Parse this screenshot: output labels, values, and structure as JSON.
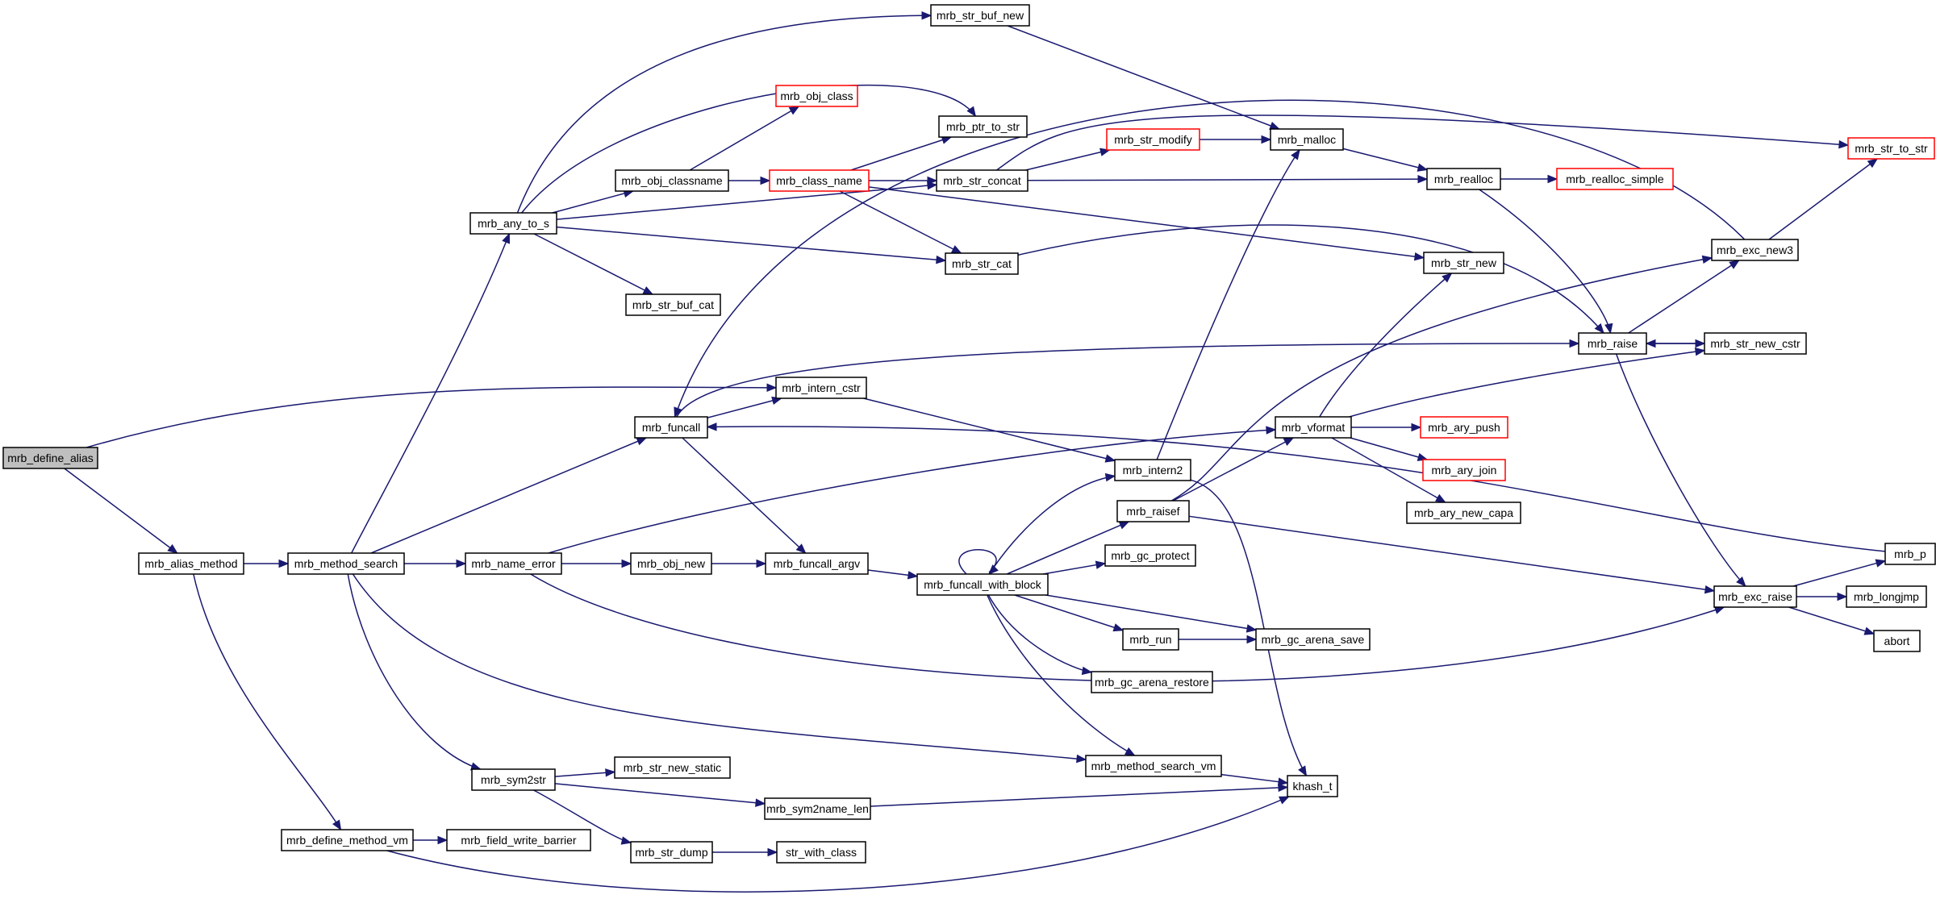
{
  "colors": {
    "edge": "#191970",
    "node_border": "#000000",
    "truncated_border": "#ff0000",
    "root_fill": "#bfbfbf",
    "background": "#ffffff"
  },
  "nodes": [
    {
      "id": "mrb_define_alias",
      "label": "mrb_define_alias",
      "root": true
    },
    {
      "id": "mrb_alias_method",
      "label": "mrb_alias_method"
    },
    {
      "id": "mrb_method_search",
      "label": "mrb_method_search"
    },
    {
      "id": "mrb_define_method_vm",
      "label": "mrb_define_method_vm"
    },
    {
      "id": "mrb_field_write_barrier",
      "label": "mrb_field_write_barrier"
    },
    {
      "id": "mrb_any_to_s",
      "label": "mrb_any_to_s"
    },
    {
      "id": "mrb_funcall",
      "label": "mrb_funcall"
    },
    {
      "id": "mrb_name_error",
      "label": "mrb_name_error"
    },
    {
      "id": "mrb_sym2str",
      "label": "mrb_sym2str"
    },
    {
      "id": "mrb_str_buf_new",
      "label": "mrb_str_buf_new"
    },
    {
      "id": "mrb_obj_class",
      "label": "mrb_obj_class",
      "truncated": true
    },
    {
      "id": "mrb_ptr_to_str",
      "label": "mrb_ptr_to_str"
    },
    {
      "id": "mrb_obj_classname",
      "label": "mrb_obj_classname"
    },
    {
      "id": "mrb_class_name",
      "label": "mrb_class_name",
      "truncated": true
    },
    {
      "id": "mrb_str_concat",
      "label": "mrb_str_concat"
    },
    {
      "id": "mrb_str_cat",
      "label": "mrb_str_cat"
    },
    {
      "id": "mrb_str_buf_cat",
      "label": "mrb_str_buf_cat"
    },
    {
      "id": "mrb_intern_cstr",
      "label": "mrb_intern_cstr"
    },
    {
      "id": "mrb_obj_new",
      "label": "mrb_obj_new"
    },
    {
      "id": "mrb_funcall_argv",
      "label": "mrb_funcall_argv"
    },
    {
      "id": "mrb_str_new_static",
      "label": "mrb_str_new_static"
    },
    {
      "id": "mrb_sym2name_len",
      "label": "mrb_sym2name_len"
    },
    {
      "id": "mrb_str_dump",
      "label": "mrb_str_dump"
    },
    {
      "id": "str_with_class",
      "label": "str_with_class"
    },
    {
      "id": "mrb_str_modify",
      "label": "mrb_str_modify",
      "truncated": true
    },
    {
      "id": "mrb_malloc",
      "label": "mrb_malloc"
    },
    {
      "id": "mrb_realloc",
      "label": "mrb_realloc"
    },
    {
      "id": "mrb_realloc_simple",
      "label": "mrb_realloc_simple",
      "truncated": true
    },
    {
      "id": "mrb_str_new",
      "label": "mrb_str_new"
    },
    {
      "id": "mrb_intern2",
      "label": "mrb_intern2"
    },
    {
      "id": "mrb_raisef",
      "label": "mrb_raisef"
    },
    {
      "id": "mrb_funcall_with_block",
      "label": "mrb_funcall_with_block"
    },
    {
      "id": "mrb_vformat",
      "label": "mrb_vformat"
    },
    {
      "id": "mrb_gc_protect",
      "label": "mrb_gc_protect"
    },
    {
      "id": "mrb_run",
      "label": "mrb_run"
    },
    {
      "id": "mrb_gc_arena_save",
      "label": "mrb_gc_arena_save"
    },
    {
      "id": "mrb_gc_arena_restore",
      "label": "mrb_gc_arena_restore"
    },
    {
      "id": "mrb_method_search_vm",
      "label": "mrb_method_search_vm"
    },
    {
      "id": "khash_t",
      "label": "khash_t"
    },
    {
      "id": "mrb_ary_push",
      "label": "mrb_ary_push",
      "truncated": true
    },
    {
      "id": "mrb_ary_join",
      "label": "mrb_ary_join",
      "truncated": true
    },
    {
      "id": "mrb_ary_new_capa",
      "label": "mrb_ary_new_capa"
    },
    {
      "id": "mrb_raise",
      "label": "mrb_raise"
    },
    {
      "id": "mrb_str_new_cstr",
      "label": "mrb_str_new_cstr"
    },
    {
      "id": "mrb_exc_new3",
      "label": "mrb_exc_new3"
    },
    {
      "id": "mrb_str_to_str",
      "label": "mrb_str_to_str",
      "truncated": true
    },
    {
      "id": "mrb_exc_raise",
      "label": "mrb_exc_raise"
    },
    {
      "id": "mrb_p",
      "label": "mrb_p"
    },
    {
      "id": "mrb_longjmp",
      "label": "mrb_longjmp"
    },
    {
      "id": "abort",
      "label": "abort"
    }
  ],
  "edges": [
    [
      "mrb_define_alias",
      "mrb_alias_method"
    ],
    [
      "mrb_define_alias",
      "mrb_intern_cstr"
    ],
    [
      "mrb_alias_method",
      "mrb_method_search"
    ],
    [
      "mrb_alias_method",
      "mrb_define_method_vm"
    ],
    [
      "mrb_define_method_vm",
      "mrb_field_write_barrier"
    ],
    [
      "mrb_define_method_vm",
      "khash_t"
    ],
    [
      "mrb_method_search",
      "mrb_any_to_s"
    ],
    [
      "mrb_method_search",
      "mrb_funcall"
    ],
    [
      "mrb_method_search",
      "mrb_name_error"
    ],
    [
      "mrb_method_search",
      "mrb_sym2str"
    ],
    [
      "mrb_method_search",
      "mrb_method_search_vm"
    ],
    [
      "mrb_any_to_s",
      "mrb_str_buf_new"
    ],
    [
      "mrb_any_to_s",
      "mrb_ptr_to_str"
    ],
    [
      "mrb_any_to_s",
      "mrb_obj_classname"
    ],
    [
      "mrb_any_to_s",
      "mrb_str_concat"
    ],
    [
      "mrb_any_to_s",
      "mrb_str_cat"
    ],
    [
      "mrb_any_to_s",
      "mrb_str_buf_cat"
    ],
    [
      "mrb_obj_classname",
      "mrb_obj_class"
    ],
    [
      "mrb_obj_classname",
      "mrb_class_name"
    ],
    [
      "mrb_class_name",
      "mrb_ptr_to_str"
    ],
    [
      "mrb_class_name",
      "mrb_str_concat"
    ],
    [
      "mrb_class_name",
      "mrb_str_cat"
    ],
    [
      "mrb_class_name",
      "mrb_str_new"
    ],
    [
      "mrb_str_buf_new",
      "mrb_malloc"
    ],
    [
      "mrb_str_concat",
      "mrb_str_modify"
    ],
    [
      "mrb_str_concat",
      "mrb_realloc"
    ],
    [
      "mrb_str_concat",
      "mrb_str_to_str"
    ],
    [
      "mrb_str_modify",
      "mrb_malloc"
    ],
    [
      "mrb_str_cat",
      "mrb_raise"
    ],
    [
      "mrb_malloc",
      "mrb_realloc"
    ],
    [
      "mrb_realloc",
      "mrb_realloc_simple"
    ],
    [
      "mrb_realloc",
      "mrb_raise"
    ],
    [
      "mrb_funcall",
      "mrb_intern_cstr"
    ],
    [
      "mrb_funcall",
      "mrb_funcall_argv"
    ],
    [
      "mrb_funcall",
      "mrb_raise"
    ],
    [
      "mrb_intern_cstr",
      "mrb_intern2"
    ],
    [
      "mrb_name_error",
      "mrb_obj_new"
    ],
    [
      "mrb_name_error",
      "mrb_vformat"
    ],
    [
      "mrb_name_error",
      "mrb_exc_raise"
    ],
    [
      "mrb_obj_new",
      "mrb_funcall_argv"
    ],
    [
      "mrb_funcall_argv",
      "mrb_funcall_with_block"
    ],
    [
      "mrb_funcall_with_block",
      "mrb_funcall_with_block"
    ],
    [
      "mrb_funcall_with_block",
      "mrb_intern2"
    ],
    [
      "mrb_funcall_with_block",
      "mrb_raisef"
    ],
    [
      "mrb_funcall_with_block",
      "mrb_gc_protect"
    ],
    [
      "mrb_funcall_with_block",
      "mrb_run"
    ],
    [
      "mrb_funcall_with_block",
      "mrb_gc_arena_save"
    ],
    [
      "mrb_funcall_with_block",
      "mrb_gc_arena_restore"
    ],
    [
      "mrb_funcall_with_block",
      "mrb_method_search_vm"
    ],
    [
      "mrb_run",
      "mrb_gc_arena_save"
    ],
    [
      "mrb_intern2",
      "mrb_malloc"
    ],
    [
      "mrb_intern2",
      "khash_t"
    ],
    [
      "mrb_raisef",
      "mrb_vformat"
    ],
    [
      "mrb_raisef",
      "mrb_exc_new3"
    ],
    [
      "mrb_raisef",
      "mrb_exc_raise"
    ],
    [
      "mrb_vformat",
      "mrb_ary_push"
    ],
    [
      "mrb_vformat",
      "mrb_ary_join"
    ],
    [
      "mrb_vformat",
      "mrb_ary_new_capa"
    ],
    [
      "mrb_vformat",
      "mrb_str_new"
    ],
    [
      "mrb_vformat",
      "mrb_str_new_cstr"
    ],
    [
      "mrb_method_search_vm",
      "khash_t"
    ],
    [
      "mrb_sym2str",
      "mrb_str_new_static"
    ],
    [
      "mrb_sym2str",
      "mrb_sym2name_len"
    ],
    [
      "mrb_sym2str",
      "mrb_str_dump"
    ],
    [
      "mrb_sym2name_len",
      "khash_t"
    ],
    [
      "mrb_str_dump",
      "str_with_class"
    ],
    [
      "mrb_raise",
      "mrb_exc_new3"
    ],
    [
      "mrb_raise",
      "mrb_str_new_cstr"
    ],
    [
      "mrb_raise",
      "mrb_exc_raise"
    ],
    [
      "mrb_str_new_cstr",
      "mrb_raise"
    ],
    [
      "mrb_exc_new3",
      "mrb_str_to_str"
    ],
    [
      "mrb_exc_new3",
      "mrb_funcall"
    ],
    [
      "mrb_exc_raise",
      "mrb_p"
    ],
    [
      "mrb_exc_raise",
      "mrb_longjmp"
    ],
    [
      "mrb_exc_raise",
      "abort"
    ],
    [
      "mrb_p",
      "mrb_funcall"
    ]
  ]
}
